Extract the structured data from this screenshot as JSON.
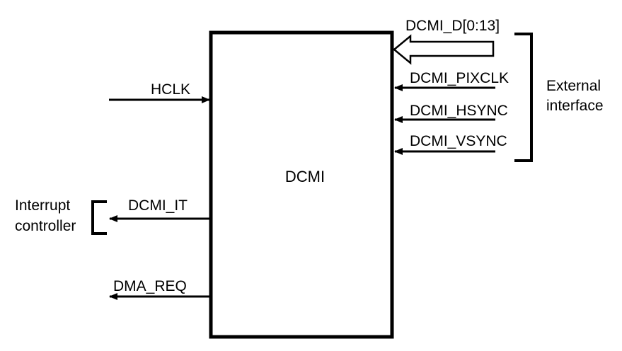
{
  "block": {
    "name": "DCMI"
  },
  "inputs": {
    "data_bus": "DCMI_D[0:13]",
    "pixclk": "DCMI_PIXCLK",
    "hsync": "DCMI_HSYNC",
    "vsync": "DCMI_VSYNC",
    "hclk": "HCLK"
  },
  "outputs": {
    "it": "DCMI_IT",
    "dma": "DMA_REQ"
  },
  "groups": {
    "external": [
      "External",
      "interface"
    ],
    "interrupt": [
      "Interrupt",
      "controller"
    ]
  }
}
